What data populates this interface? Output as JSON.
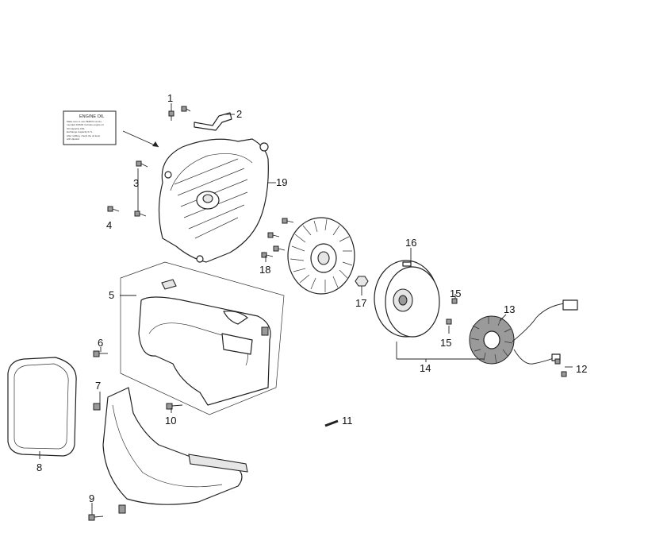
{
  "label_card": {
    "title": "ENGINE OIL",
    "lines": [
      "Make sure to use PEMCO recom-",
      "mended 10W40 4-stroke engine oil",
      "Oil Capacity          0.8L",
      "Exchange Capacity     0.7L",
      "After refilling, check the oil level",
      "with dipstick"
    ]
  },
  "callouts": [
    {
      "id": "1",
      "text": "1"
    },
    {
      "id": "2",
      "text": "2"
    },
    {
      "id": "3",
      "text": "3"
    },
    {
      "id": "4",
      "text": "4"
    },
    {
      "id": "5",
      "text": "5"
    },
    {
      "id": "6",
      "text": "6"
    },
    {
      "id": "7",
      "text": "7"
    },
    {
      "id": "8",
      "text": "8"
    },
    {
      "id": "9",
      "text": "9"
    },
    {
      "id": "10",
      "text": "10"
    },
    {
      "id": "11",
      "text": "11"
    },
    {
      "id": "12",
      "text": "12"
    },
    {
      "id": "13",
      "text": "13"
    },
    {
      "id": "14",
      "text": "14"
    },
    {
      "id": "15a",
      "text": "15"
    },
    {
      "id": "15b",
      "text": "15"
    },
    {
      "id": "16",
      "text": "16"
    },
    {
      "id": "17",
      "text": "17"
    },
    {
      "id": "18",
      "text": "18"
    },
    {
      "id": "19",
      "text": "19"
    }
  ]
}
